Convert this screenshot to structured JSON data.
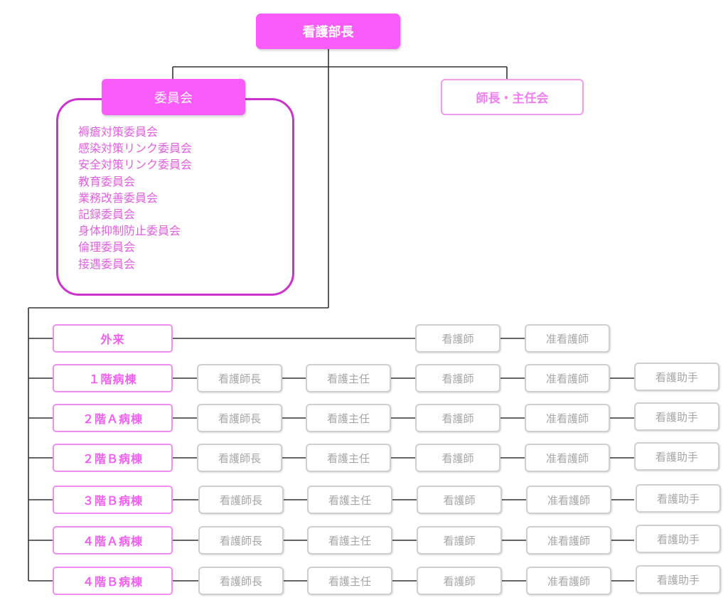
{
  "head": {
    "label": "看護部長"
  },
  "committee": {
    "label": "委員会",
    "items": [
      "褥瘡対策委員会",
      "感染対策リンク委員会",
      "安全対策リンク委員会",
      "教育委員会",
      "業務改善委員会",
      "記録委員会",
      "身体抑制防止委員会",
      "倫理委員会",
      "接遇委員会"
    ]
  },
  "chief_meeting": {
    "label": "師長・主任会"
  },
  "units": [
    {
      "name": "外来",
      "staff": [
        "看護師",
        "准看護師"
      ]
    },
    {
      "name": "１階病棟",
      "staff": [
        "看護師長",
        "看護主任",
        "看護師",
        "准看護師",
        "看護助手"
      ]
    },
    {
      "name": "２階Ａ病棟",
      "staff": [
        "看護師長",
        "看護主任",
        "看護師",
        "准看護師",
        "看護助手"
      ]
    },
    {
      "name": "２階Ｂ病棟",
      "staff": [
        "看護師長",
        "看護主任",
        "看護師",
        "准看護師",
        "看護助手"
      ]
    },
    {
      "name": "３階Ｂ病棟",
      "staff": [
        "看護師長",
        "看護主任",
        "看護師",
        "准看護師",
        "看護助手"
      ]
    },
    {
      "name": "４階Ａ病棟",
      "staff": [
        "看護師長",
        "看護主任",
        "看護師",
        "准看護師",
        "看護助手"
      ]
    },
    {
      "name": "４階Ｂ病棟",
      "staff": [
        "看護師長",
        "看護主任",
        "看護師",
        "准看護師",
        "看護助手"
      ]
    }
  ]
}
